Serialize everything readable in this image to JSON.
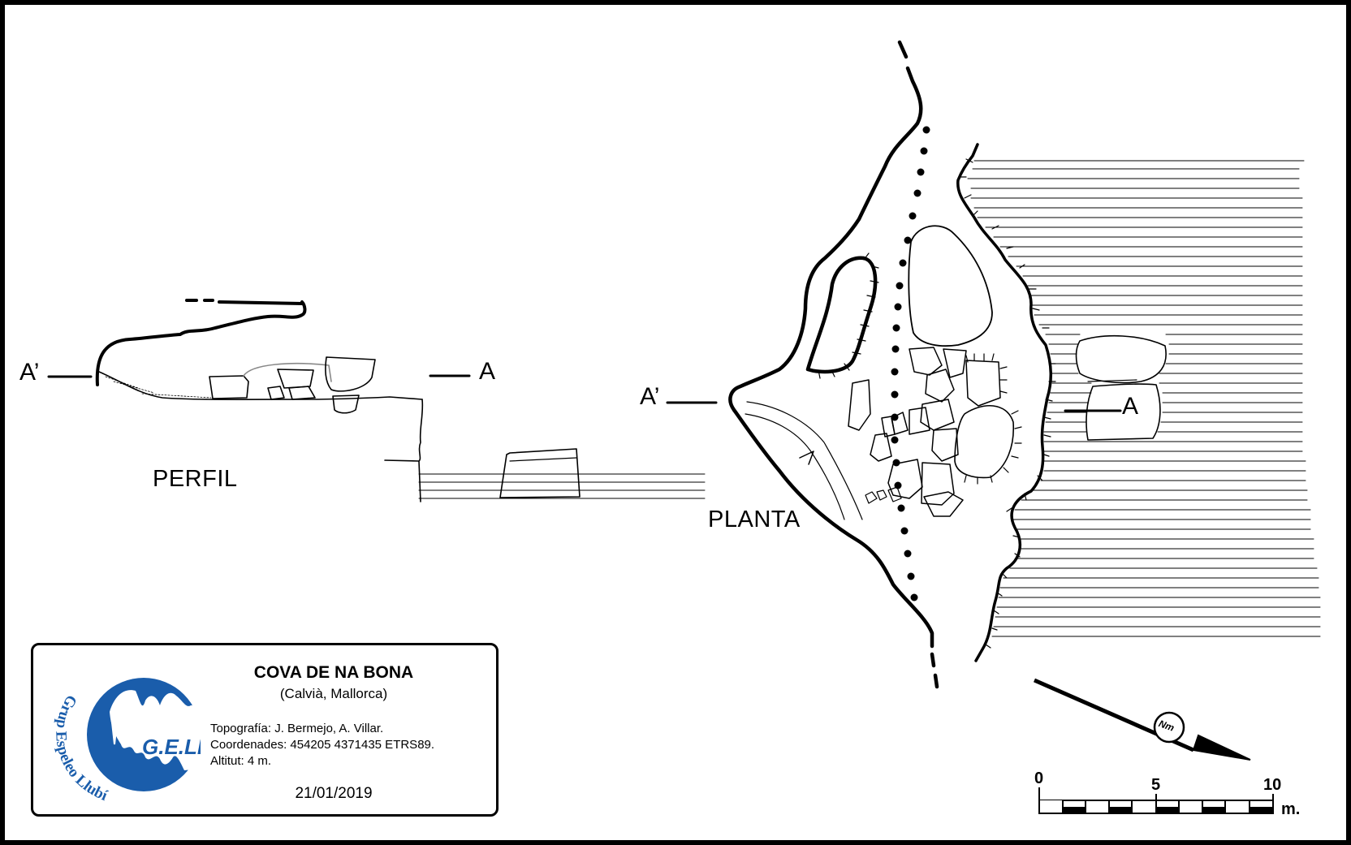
{
  "labels": {
    "section_left": "A’",
    "section_right": "A",
    "perfil": "PERFIL",
    "planta": "PLANTA"
  },
  "legend": {
    "title": "COVA DE NA BONA",
    "subtitle": "(Calvià, Mallorca)",
    "topography": "Topografía: J. Bermejo, A. Villar.",
    "coordinates": "Coordenades: 454205 4371435 ETRS89.",
    "altitude": "Altitut: 4 m.",
    "date": "21/01/2019",
    "logo_text": "G.E.LL.",
    "logo_arc_text": "Grup Espeleo Llubí",
    "logo_color": "#1a5dab"
  },
  "north_arrow": {
    "label": "Nm",
    "icon": "north-arrow-icon"
  },
  "scale_bar": {
    "ticks": [
      "0",
      "5",
      "10"
    ],
    "unit": "m."
  },
  "colors": {
    "ink": "#000000",
    "logo_blue": "#1a5dab"
  }
}
